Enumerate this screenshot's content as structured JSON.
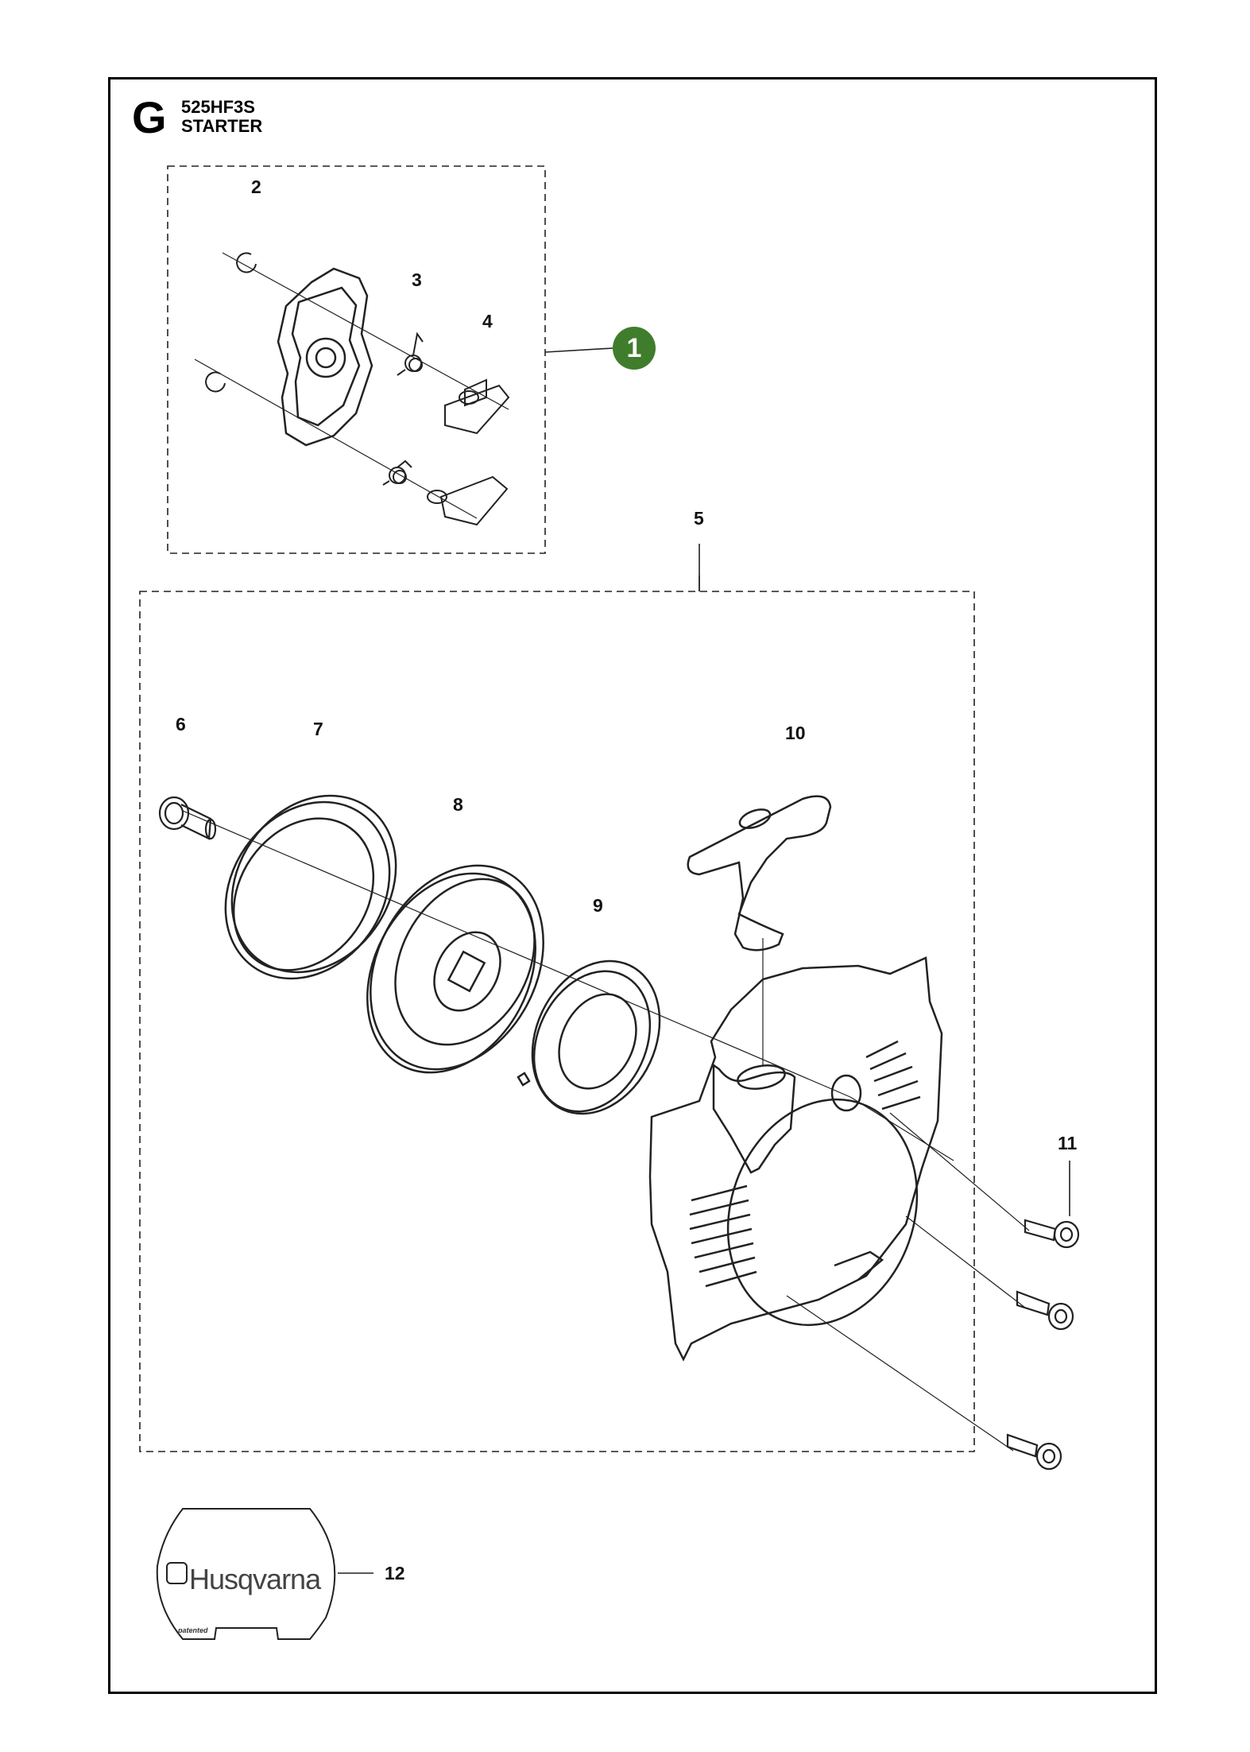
{
  "header": {
    "section_letter": "G",
    "model": "525HF3S",
    "title": "STARTER"
  },
  "badge": {
    "number": "1",
    "color": "#3f7d2c"
  },
  "callouts": {
    "c2": "2",
    "c3": "3",
    "c4": "4",
    "c5": "5",
    "c6": "6",
    "c7": "7",
    "c8": "8",
    "c9": "9",
    "c10": "10",
    "c11": "11",
    "c12": "12"
  },
  "decal": {
    "brand": "Husqvarna",
    "small_text": "patented"
  }
}
